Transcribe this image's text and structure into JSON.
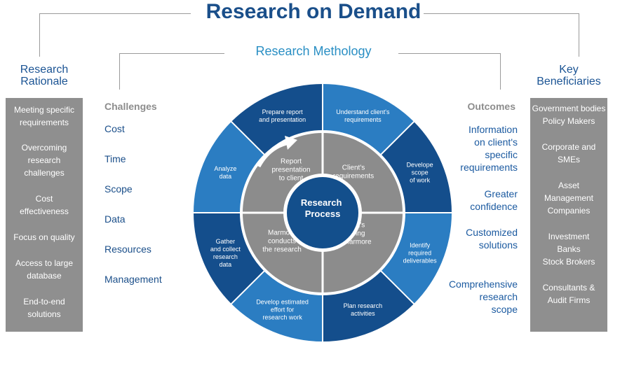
{
  "title": "Research on Demand",
  "subtitle": "Research Methology",
  "rationale": {
    "heading_lines": [
      "Research",
      "Rationale"
    ],
    "items": [
      [
        "Meeting specific",
        "requirements"
      ],
      [
        "Overcoming",
        "research",
        "challenges"
      ],
      [
        "Cost",
        "effectiveness"
      ],
      [
        "Focus on quality"
      ],
      [
        "Access to large",
        "database"
      ],
      [
        "End-to-end",
        "solutions"
      ]
    ]
  },
  "challenges": {
    "heading": "Challenges",
    "items": [
      "Cost",
      "Time",
      "Scope",
      "Data",
      "Resources",
      "Management"
    ]
  },
  "outcomes": {
    "heading": "Outcomes",
    "items": [
      [
        "Information",
        "on client's",
        "specific",
        "requirements"
      ],
      [
        "Greater",
        "confidence"
      ],
      [
        "Customized",
        "solutions"
      ],
      [
        "Comprehensive",
        "research",
        "scope"
      ]
    ]
  },
  "beneficiaries": {
    "heading_lines": [
      "Key",
      "Beneficiaries"
    ],
    "items": [
      [
        "Government bodies",
        "Policy Makers"
      ],
      [
        "Corporate and",
        "SMEs"
      ],
      [
        "Asset",
        "Management",
        "Companies"
      ],
      [
        "Investment",
        "Banks",
        "Stock Brokers"
      ],
      [
        "Consultants &",
        "Audit Firms"
      ]
    ]
  },
  "wheel": {
    "center_lines": [
      "Research",
      "Process"
    ],
    "outer": [
      [
        "Prepare report",
        "and presentation"
      ],
      [
        "Understand client's",
        "requirements"
      ],
      [
        "Develope",
        "scope",
        "of work"
      ],
      [
        "Identify",
        "required",
        "deliverables"
      ],
      [
        "Plan research",
        "activities"
      ],
      [
        "Develop estimated",
        "effort for",
        "research work"
      ],
      [
        "Gather",
        "and collect",
        "research",
        "data"
      ],
      [
        "Analyze",
        "data"
      ]
    ],
    "inner": [
      [
        "Client's",
        "requirements"
      ],
      [
        "Client's",
        "briefing",
        "to Marmore"
      ],
      [
        "Marmore",
        "conducts",
        "the research"
      ],
      [
        "Report",
        "presentation",
        "to client"
      ]
    ],
    "colors": {
      "outer_dark": "#144e8c",
      "outer_light": "#2b7dc2",
      "inner": "#8c8c8c",
      "center": "#134f8c",
      "divider": "#ffffff"
    }
  }
}
